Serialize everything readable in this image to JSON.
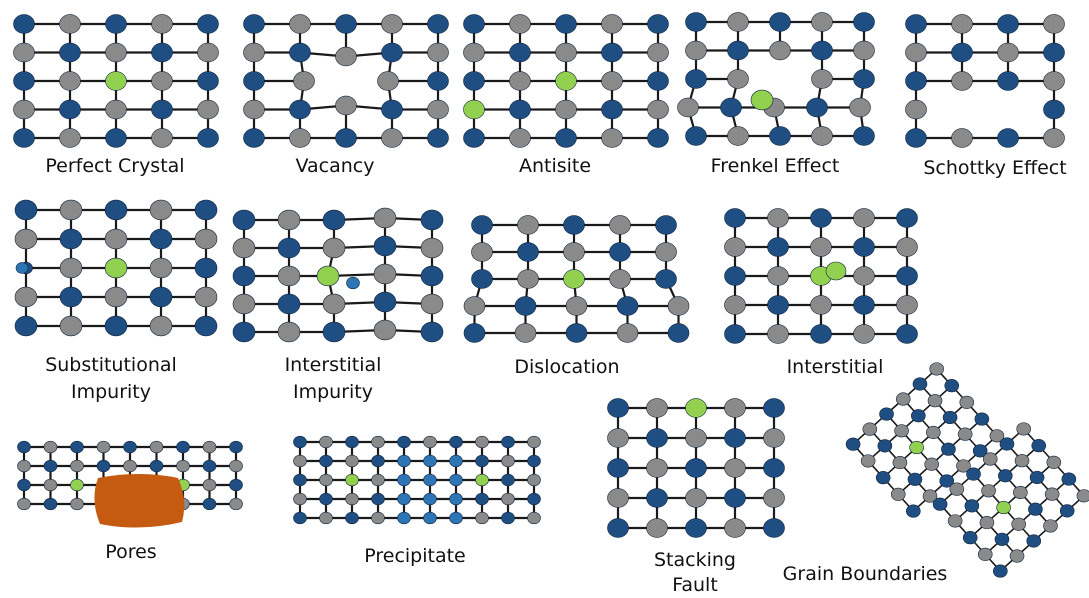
{
  "colors": {
    "dark_atom": "#1F4E83",
    "gray_atom": "#8A8A8A",
    "defect_atom": "#92D050",
    "small_atom": "#2E75B6",
    "pore": "#C55A11",
    "bond": "#1a1a1a"
  },
  "labels": {
    "perfect_crystal": "Perfect Crystal",
    "vacancy": "Vacancy",
    "antisite": "Antisite",
    "frenkel": "Frenkel Effect",
    "schottky": "Schottky Effect",
    "substitutional_1": "Substitutional",
    "substitutional_2": "Impurity",
    "interstitial_impurity_1": "Interstitial",
    "interstitial_impurity_2": "Impurity",
    "dislocation": "Dislocation",
    "interstitial": "Interstitial",
    "pores": "Pores",
    "precipitate": "Precipitate",
    "stacking_1": "Stacking",
    "stacking_2": "Fault",
    "grain_boundaries": "Grain Boundaries"
  }
}
